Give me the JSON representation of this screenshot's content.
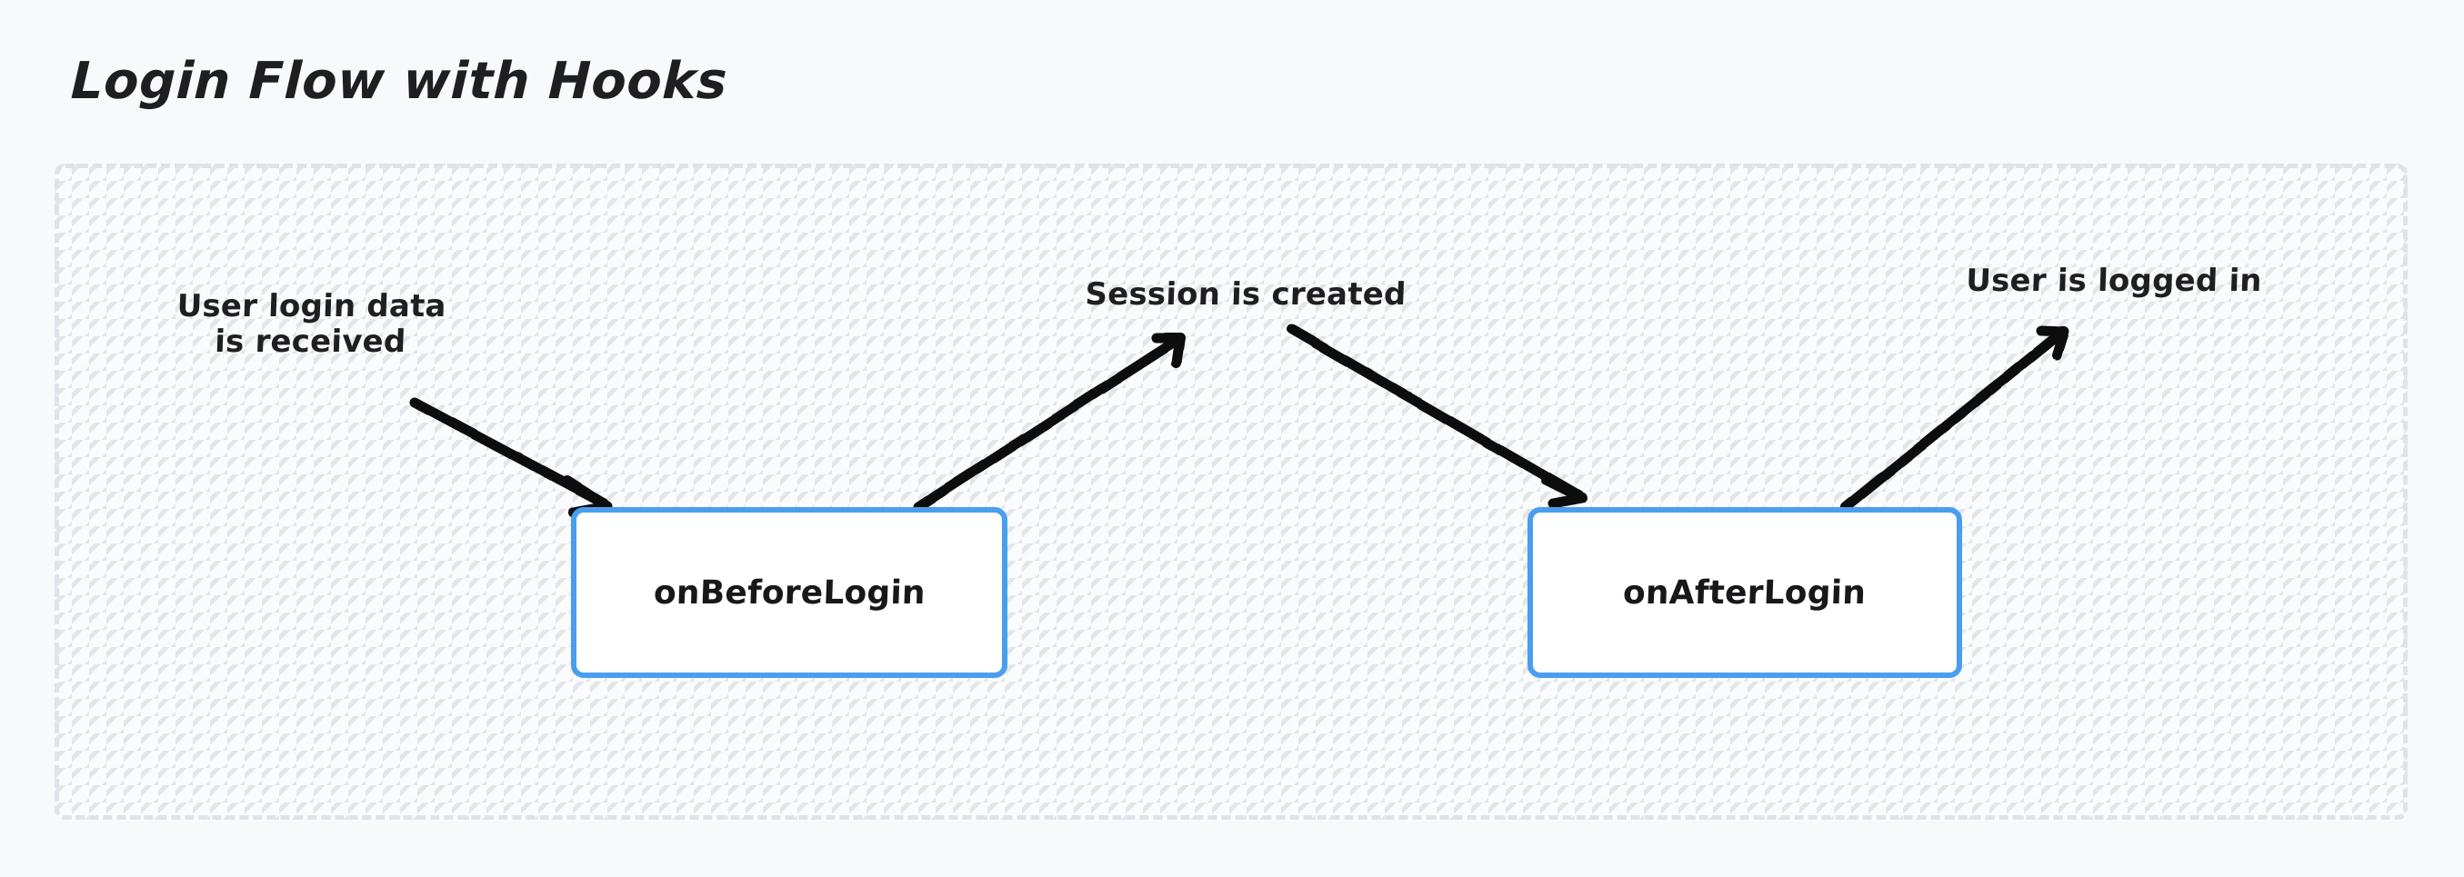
{
  "title": "Login Flow with Hooks",
  "colors": {
    "page_background": "#f8f9fb",
    "frame_background": "#fafbfc",
    "frame_border": "#dfe3e9",
    "node_border": "#4a9eee",
    "node_fill": "#ffffff",
    "arrow": "#0f0f11",
    "text": "#1f1f22"
  },
  "diagram": {
    "nodes": [
      {
        "id": "onBeforeLogin",
        "label": "onBeforeLogin"
      },
      {
        "id": "onAfterLogin",
        "label": "onAfterLogin"
      }
    ],
    "edges": [
      {
        "id": "user-login-data-received",
        "label": "User login data\nis received",
        "from": "input",
        "to": "onBeforeLogin",
        "direction": "down-right"
      },
      {
        "id": "session-is-created",
        "label": "Session is created",
        "from": "onBeforeLogin",
        "to": "output",
        "direction": "up-right"
      },
      {
        "id": "session-to-after-login",
        "label": "",
        "from": "session",
        "to": "onAfterLogin",
        "direction": "down-right"
      },
      {
        "id": "user-is-logged-in",
        "label": "User is logged in",
        "from": "onAfterLogin",
        "to": "output",
        "direction": "up-right"
      }
    ]
  }
}
